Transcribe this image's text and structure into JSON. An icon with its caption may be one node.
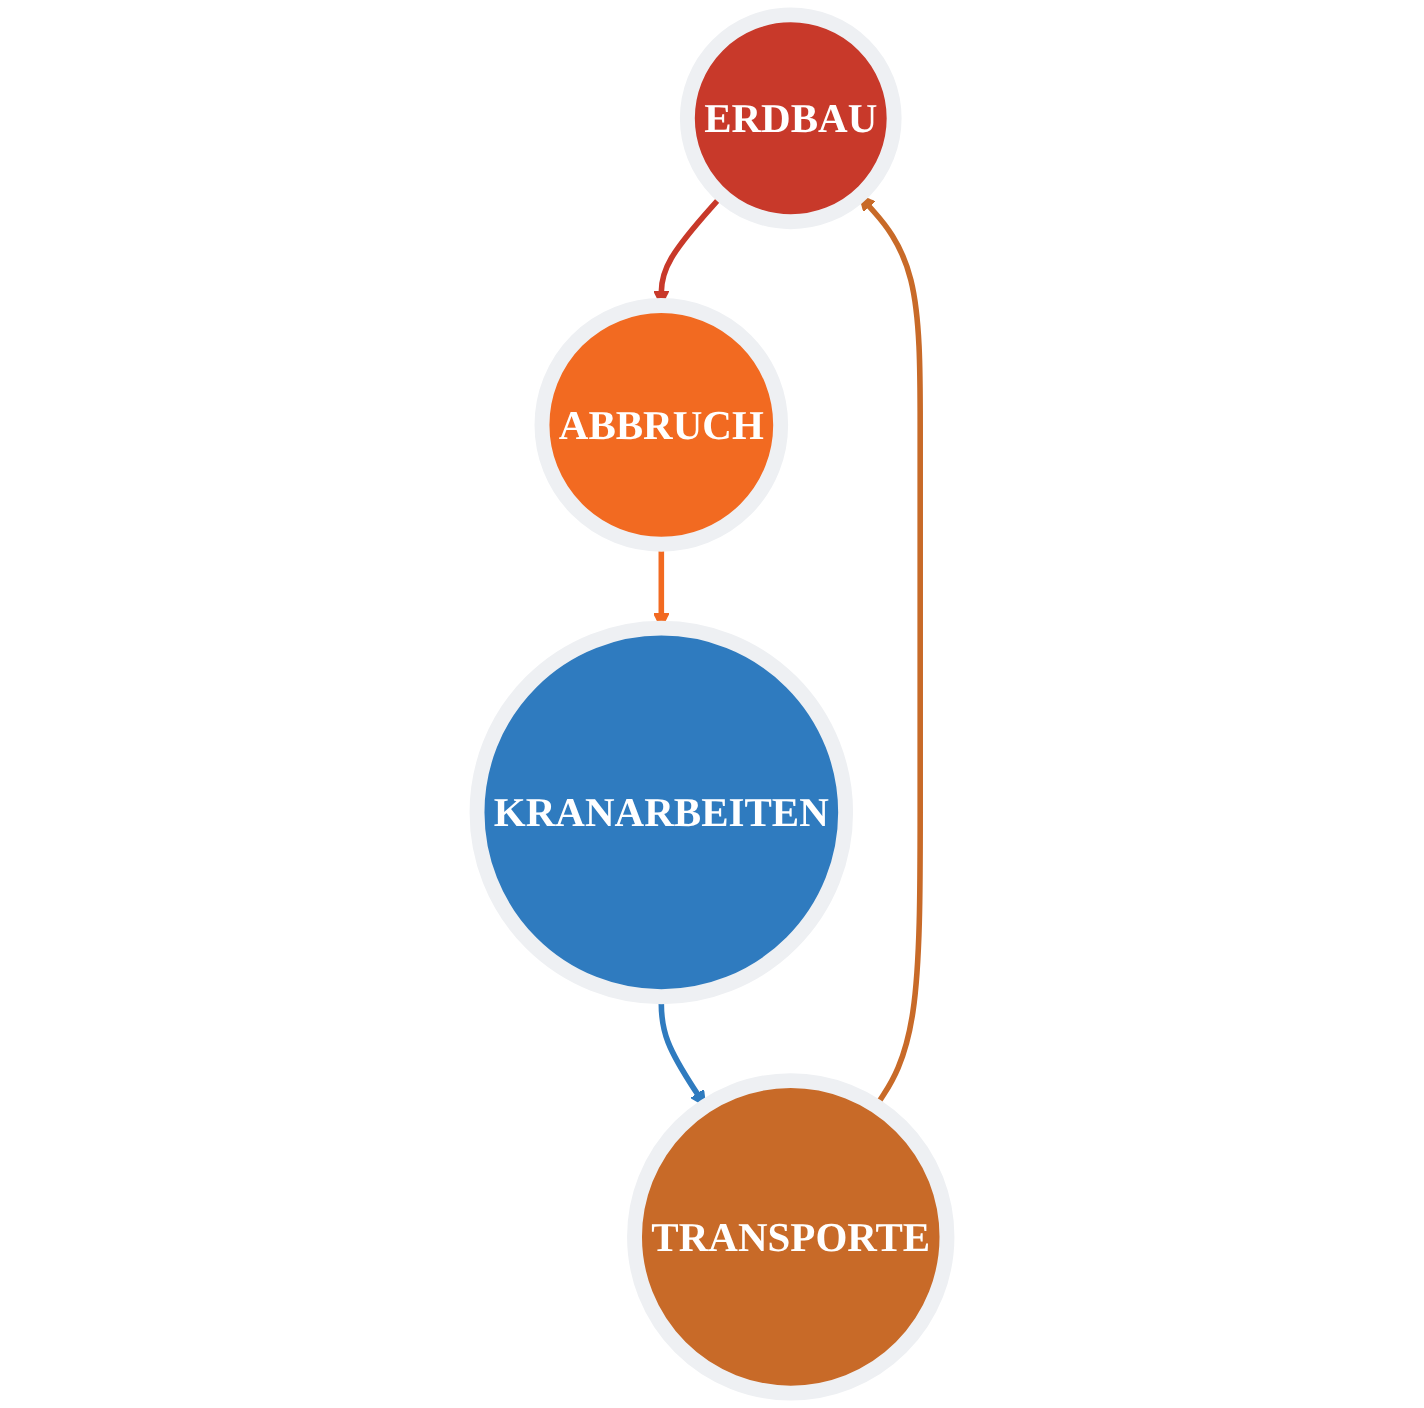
{
  "diagram": {
    "nodes": [
      {
        "text": [
          "ERDBAU"
        ]
      },
      {
        "text": [
          "ABBRUCH"
        ]
      },
      {
        "text": [
          "KRANARBEITEN"
        ]
      },
      {
        "text": [
          "TRANSPORTE"
        ]
      }
    ],
    "edges": [
      {
        "from": 0,
        "to": 1,
        "arrow": "to",
        "color": "#c8392a"
      },
      {
        "from": 1,
        "to": 2,
        "arrow": "to",
        "color": "#f26a21"
      },
      {
        "from": 2,
        "to": 3,
        "arrow": "to",
        "color": "#2f7bbf"
      },
      {
        "from": 3,
        "to": 0,
        "arrow": "to",
        "color": "#c86a28"
      }
    ]
  }
}
